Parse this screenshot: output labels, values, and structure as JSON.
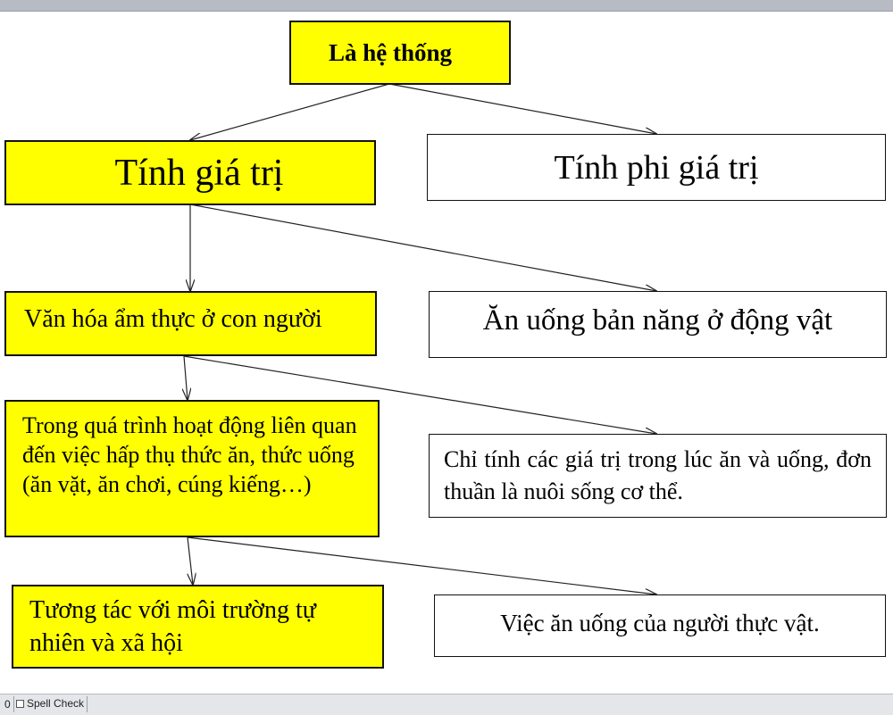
{
  "diagram": {
    "root": "Là hệ thống",
    "left_1": "Tính giá trị",
    "right_1": "Tính phi giá trị",
    "left_2": "Văn hóa ẩm thực ở con người",
    "right_2": "Ăn uống bản năng ở động vật",
    "left_3": "Trong quá trình hoạt động liên quan đến việc hấp thụ thức ăn, thức uống (ăn vặt, ăn chơi, cúng kiếng…)",
    "right_3": "Chỉ tính các giá trị trong lúc ăn và uống, đơn thuần là nuôi sống cơ thể.",
    "left_4": "Tương tác với môi trường tự nhiên và xã hội",
    "right_4": "Việc ăn uống của người thực vật."
  },
  "status": {
    "page_indicator": "0",
    "spell_check_label": "Spell Check"
  },
  "colors": {
    "highlight": "#ffff00",
    "border": "#111111"
  }
}
